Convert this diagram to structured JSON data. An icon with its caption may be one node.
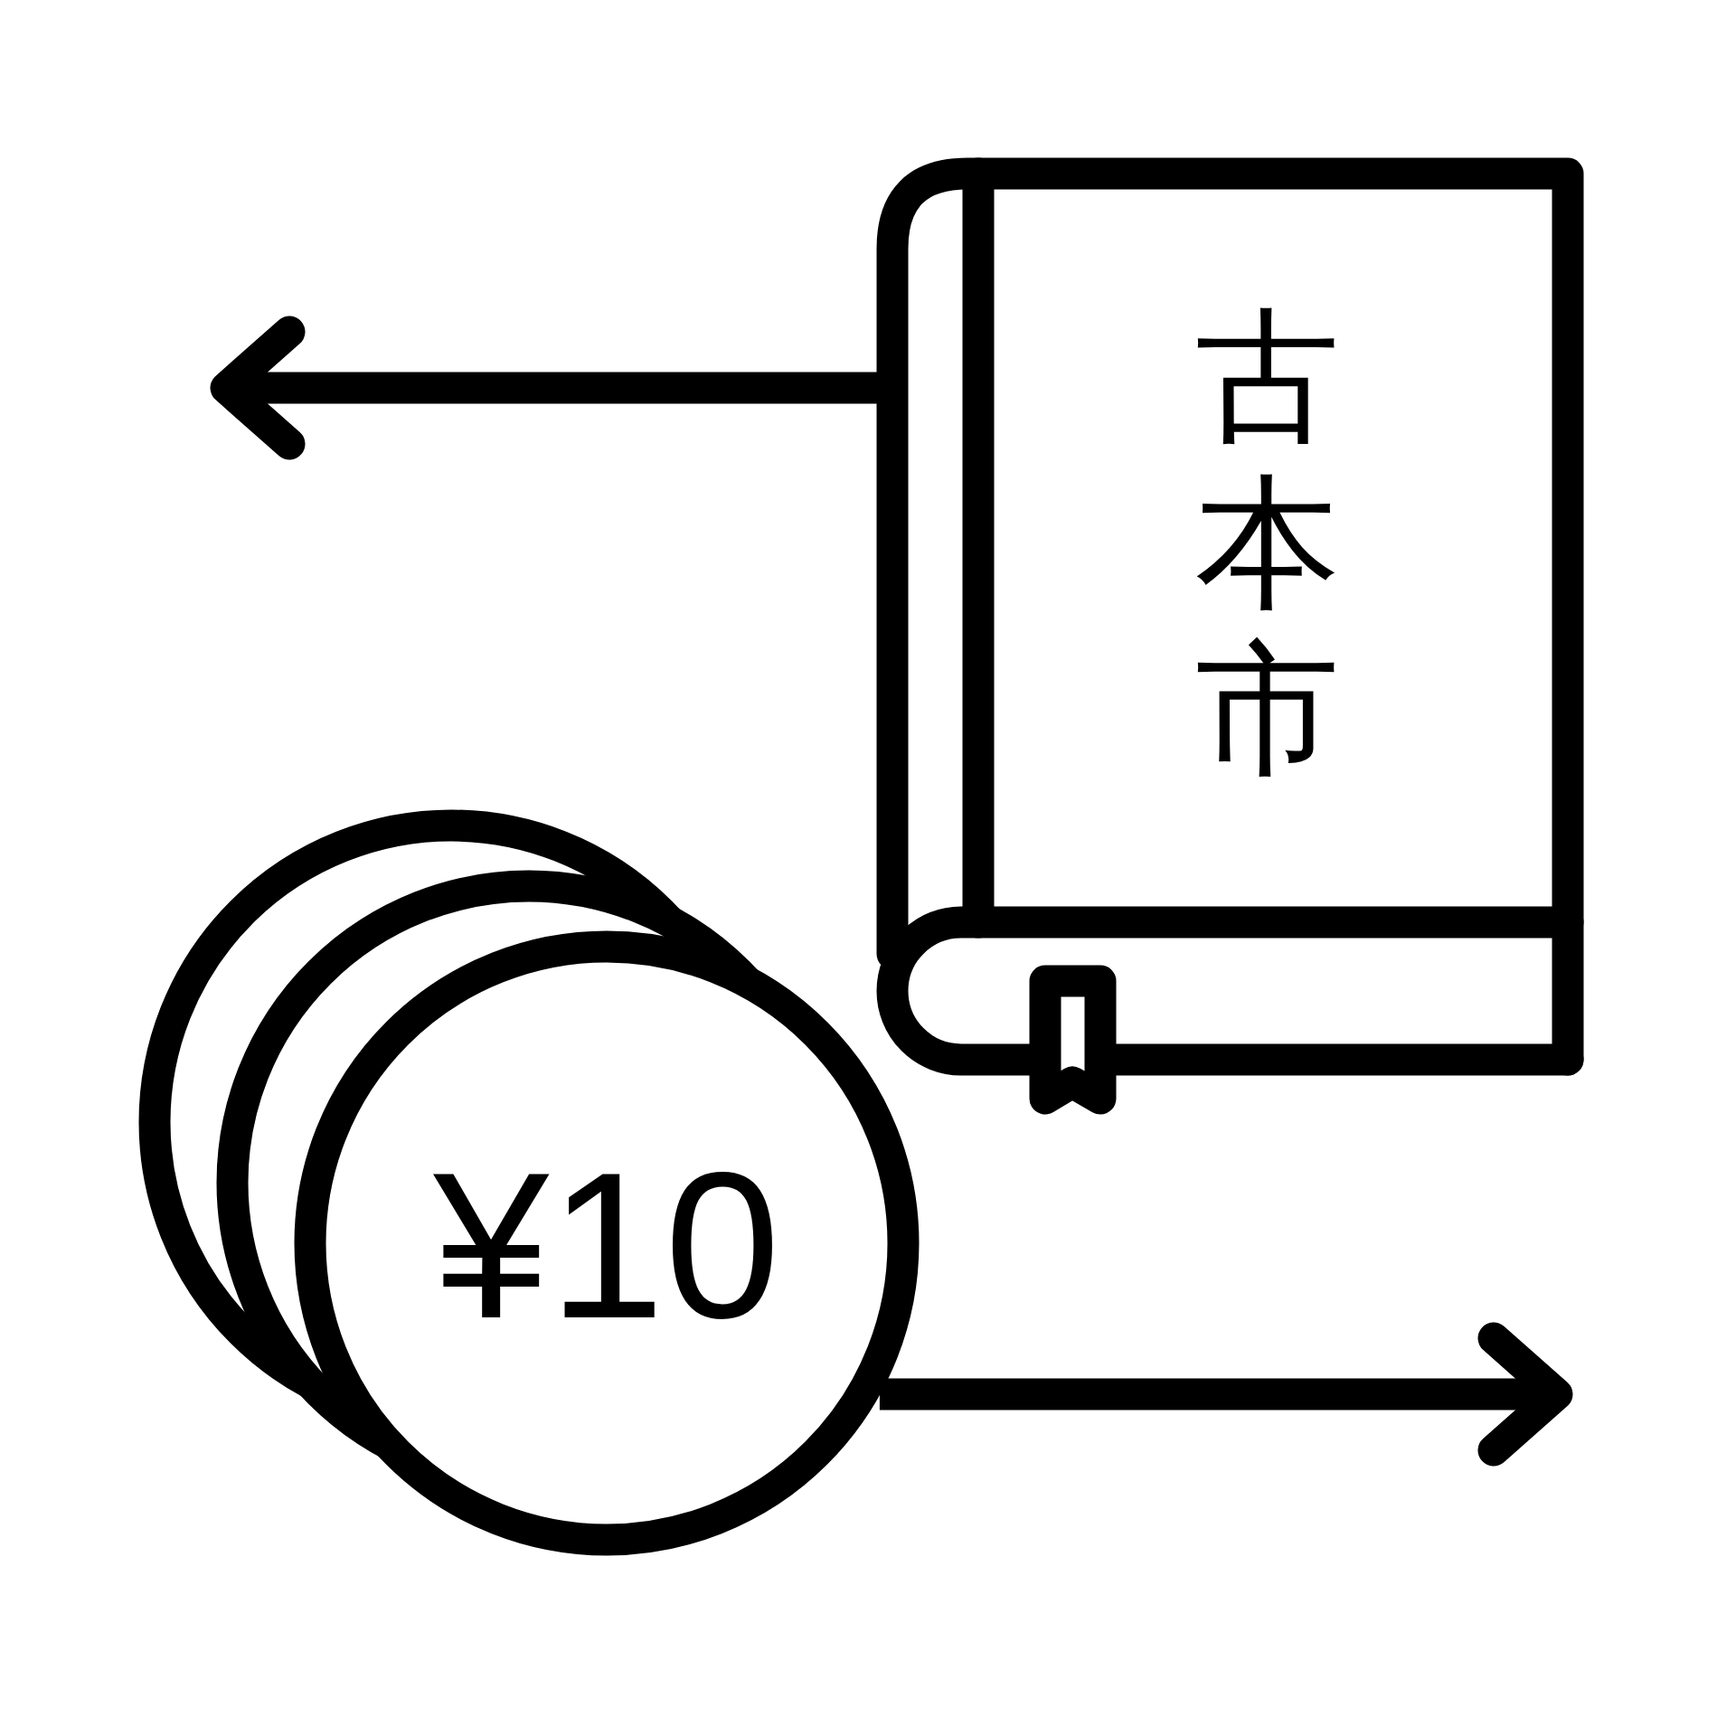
{
  "diagram": {
    "nodes": [
      {
        "text": [
          "古本市"
        ]
      },
      {
        "text": [
          "¥10"
        ]
      }
    ],
    "edges": [
      {
        "from": 0,
        "to": null,
        "arrow": "to"
      },
      {
        "from": 1,
        "to": null,
        "arrow": "to"
      }
    ]
  }
}
